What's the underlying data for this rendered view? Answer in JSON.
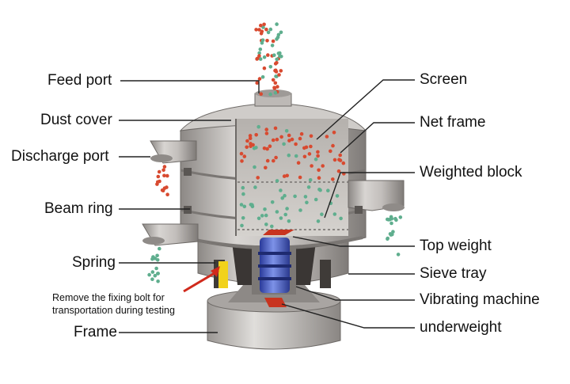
{
  "labels": {
    "left": {
      "feed_port": "Feed port",
      "dust_cover": "Dust cover",
      "discharge_port": "Discharge port",
      "beam_ring": "Beam ring",
      "spring": "Spring",
      "frame": "Frame"
    },
    "right": {
      "screen": "Screen",
      "net_frame": "Net frame",
      "weighted_block": "Weighted block",
      "top_weight": "Top weight",
      "sieve_tray": "Sieve tray",
      "vibrating_machine": "Vibrating machine",
      "underweight": "underweight"
    }
  },
  "note": {
    "line1": "Remove the fixing bolt for",
    "line2": "transportation during testing"
  },
  "colors": {
    "metal": "#b9b5b2",
    "metal_dark": "#8e8986",
    "interior": "#c7c3bf",
    "motor_blue": "#4a5fc4",
    "spring_yellow": "#f2d21b",
    "particle_red": "#d84a30",
    "particle_green": "#5fae8e",
    "arrow_red": "#d02a1c",
    "leader_line": "#222222"
  }
}
